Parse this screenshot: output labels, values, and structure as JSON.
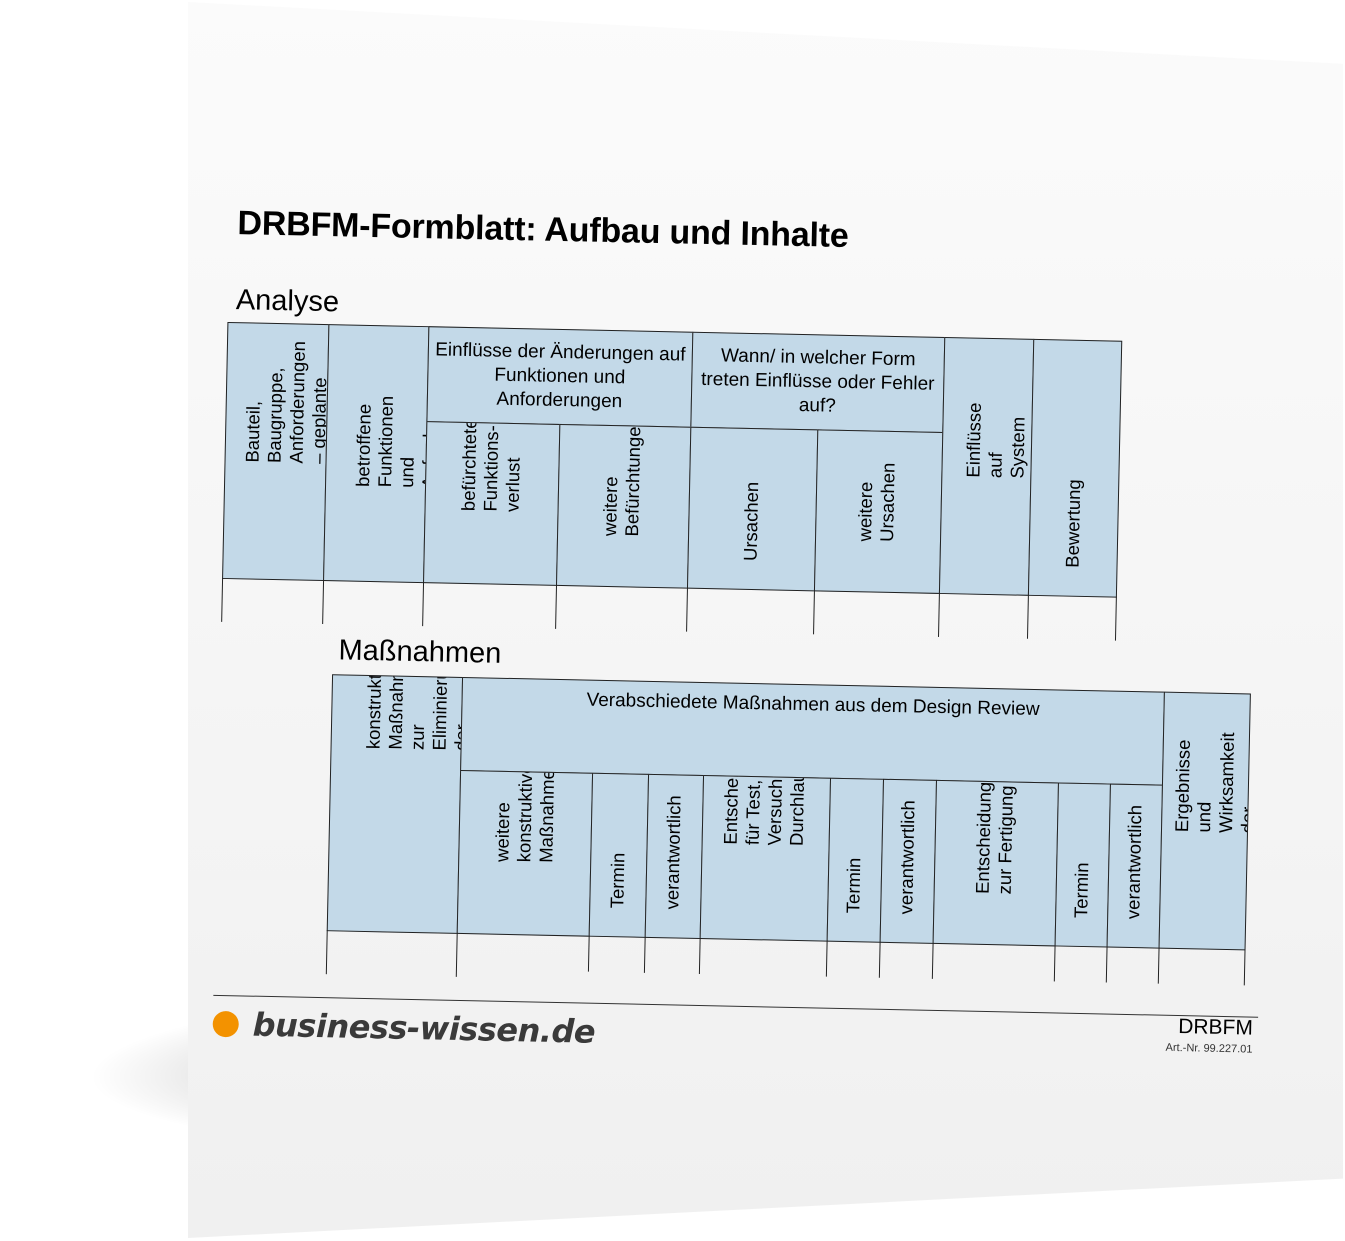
{
  "title": "DRBFM-Formblatt: Aufbau und Inhalte",
  "analyse": {
    "label": "Analyse",
    "columns": [
      {
        "text": "Bauteil, Baugruppe,\nAnforderungen – geplante\nÄnderungen"
      },
      {
        "text": "betroffene Funktionen und\nAnforderungen"
      },
      {
        "text": "befürchteter\nFunktions-\nverlust"
      },
      {
        "text": "weitere\nBefürchtungen"
      },
      {
        "text": "Ursachen"
      },
      {
        "text": "weitere\nUrsachen"
      },
      {
        "text": "Einflüsse auf System und\nKunden"
      },
      {
        "text": "Bewertung"
      }
    ],
    "group_einfluesse": "Einflüsse der Änderungen auf Funktionen und Anforderungen",
    "group_wann": "Wann/ in welcher Form treten Einflüsse oder Fehler auf?"
  },
  "massnahmen": {
    "label": "Maßnahmen",
    "first_column": "konstruktive Maßnahmen\nzur Eliminierung der\nUrsachen (bereits geplant)",
    "group_header": "Verabschiedete Maßnahmen aus dem Design Review",
    "columns": [
      {
        "text": "weitere\nkonstruktive\nMaßnahmen"
      },
      {
        "text": "Termin"
      },
      {
        "text": "verantwortlich"
      },
      {
        "text": "Entscheidung\nfür Test,\nVersuch,\nDurchlauf"
      },
      {
        "text": "Termin"
      },
      {
        "text": "verantwortlich"
      },
      {
        "text": "Entscheidungen\nzur Fertigung"
      },
      {
        "text": "Termin"
      },
      {
        "text": "verantwortlich"
      }
    ],
    "last_column": "Ergebnisse und\nWirksamkeit der\nMaßnahmen"
  },
  "footer": {
    "brand": "business-wissen.de",
    "doc_code": "DRBFM",
    "art_nr": "Art.-Nr. 99.227.01"
  },
  "colors": {
    "header_fill": "#c3d9e8",
    "brand_dot": "#f39200"
  }
}
